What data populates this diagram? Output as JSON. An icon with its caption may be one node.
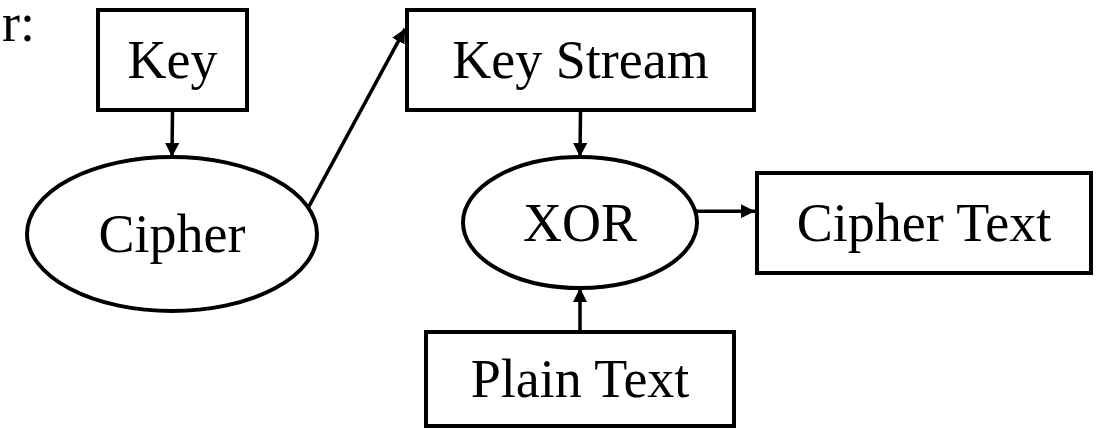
{
  "diagram": {
    "nodes": [
      {
        "text": [
          "Key"
        ]
      },
      {
        "text": [
          "Cipher"
        ]
      },
      {
        "text": [
          "Key Stream"
        ]
      },
      {
        "text": [
          "XOR"
        ]
      },
      {
        "text": [
          "Cipher Text"
        ]
      },
      {
        "text": [
          "Plain Text"
        ]
      }
    ],
    "edges": [
      {
        "from": 0,
        "to": 1,
        "arrow": "to"
      },
      {
        "from": 1,
        "to": 2,
        "arrow": "to"
      },
      {
        "from": 2,
        "to": 3,
        "arrow": "to"
      },
      {
        "from": 3,
        "to": 4,
        "arrow": "to"
      },
      {
        "from": 5,
        "to": 3,
        "arrow": "to"
      }
    ],
    "labels": [
      "r:"
    ]
  }
}
